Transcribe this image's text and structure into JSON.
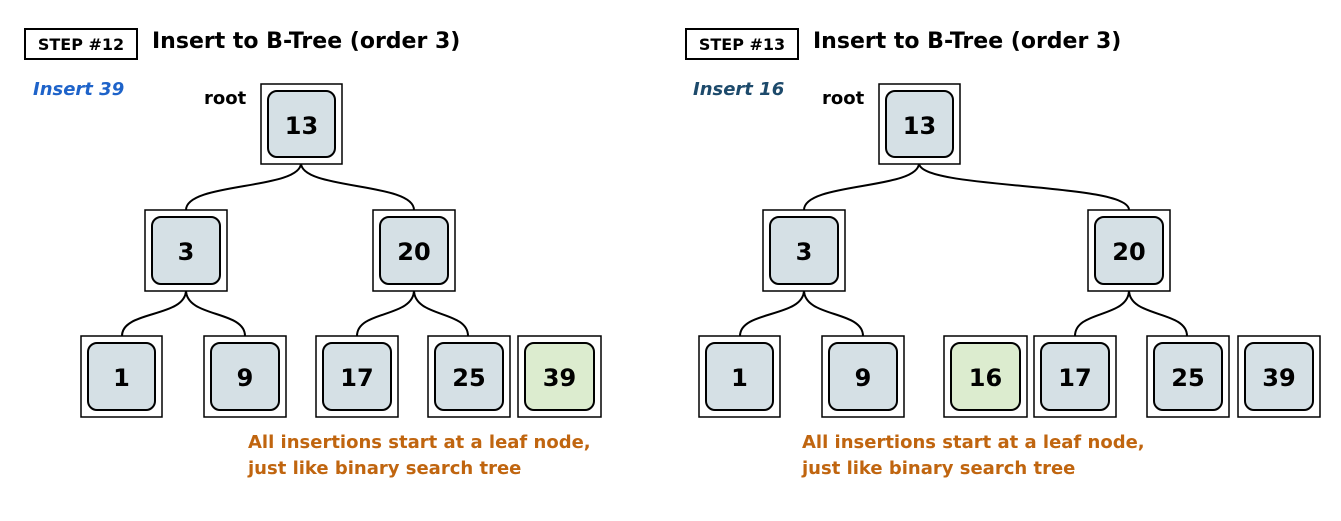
{
  "colors": {
    "node_fill": "#d5e0e5",
    "new_node_fill": "#dceccf",
    "insert_left": "#1e63c9",
    "insert_right": "#1d4a6b",
    "note": "#c0650f"
  },
  "panels": [
    {
      "step": "STEP #12",
      "title": "Insert to B-Tree (order 3)",
      "insert_label": "Insert 39",
      "root_label": "root",
      "note_line1": "All insertions start at a leaf node,",
      "note_line2": "just like binary search tree",
      "nodes": [
        {
          "key": "13",
          "level": 0
        },
        {
          "key": "3",
          "level": 1
        },
        {
          "key": "20",
          "level": 1
        },
        {
          "key": "1",
          "level": 2
        },
        {
          "key": "9",
          "level": 2
        },
        {
          "key": "17",
          "level": 2
        },
        {
          "key": "25",
          "level": 2
        },
        {
          "key": "39",
          "level": 2,
          "new": true
        }
      ]
    },
    {
      "step": "STEP #13",
      "title": "Insert to B-Tree (order 3)",
      "insert_label": "Insert 16",
      "root_label": "root",
      "note_line1": "All insertions start at a leaf node,",
      "note_line2": "just like binary search tree",
      "nodes": [
        {
          "key": "13",
          "level": 0
        },
        {
          "key": "3",
          "level": 1
        },
        {
          "key": "20",
          "level": 1
        },
        {
          "key": "1",
          "level": 2
        },
        {
          "key": "9",
          "level": 2
        },
        {
          "key": "16",
          "level": 2,
          "new": true
        },
        {
          "key": "17",
          "level": 2
        },
        {
          "key": "25",
          "level": 2
        },
        {
          "key": "39",
          "level": 2
        }
      ]
    }
  ]
}
